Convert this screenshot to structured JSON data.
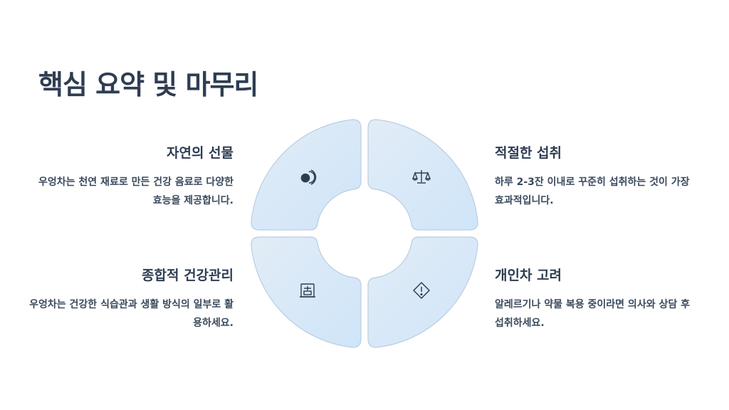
{
  "page": {
    "title": "핵심 요약 및 마무리"
  },
  "sections": {
    "top_left": {
      "heading": "자연의 선물",
      "text": "우엉차는 천연 재료로 만든 건강 음료로 다양한 효능을 제공합니다."
    },
    "top_right": {
      "heading": "적절한 섭취",
      "text": "하루 2-3잔 이내로 꾸준히 섭취하는 것이 가장 효과적입니다."
    },
    "bottom_left": {
      "heading": "종합적 건강관리",
      "text": "우엉차는 건강한 식습관과 생활 방식의 일부로 활용하세요."
    },
    "bottom_right": {
      "heading": "개인차 고려",
      "text": "알레르기나 약물 복용 중이라면 의사와 상담 후 섭취하세요."
    }
  },
  "icons": {
    "top_left": "leaf-drop-icon",
    "top_right": "balance-scale-icon",
    "bottom_left": "health-frame-icon",
    "bottom_right": "warning-diamond-icon"
  },
  "colors": {
    "segment_fill_light": "#dfeaf6",
    "segment_fill_dark": "#cfe4f8",
    "segment_stroke": "#b9cde0",
    "text_dark": "#2e3d52"
  }
}
